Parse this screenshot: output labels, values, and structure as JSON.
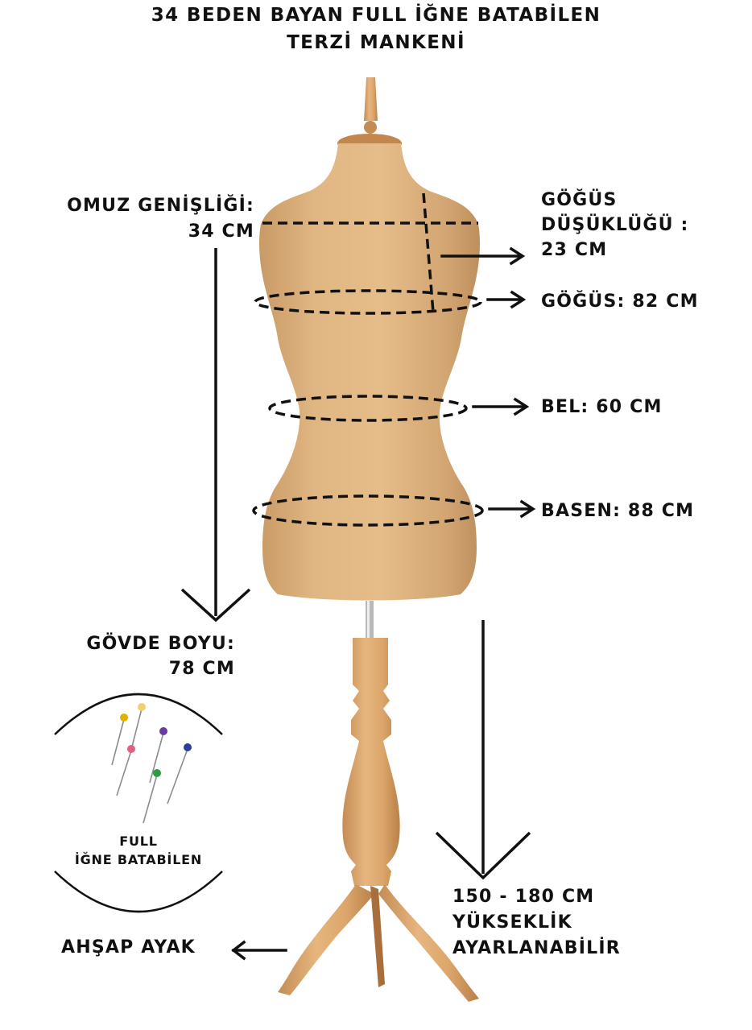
{
  "title": {
    "line1": "34 BEDEN BAYAN FULL İĞNE BATABİLEN",
    "line2": "TERZİ MANKENİ"
  },
  "measurements": {
    "shoulder": {
      "label": "OMUZ GENİŞLİĞİ:",
      "value": "34 CM"
    },
    "bust_drop": {
      "label1": "GÖĞÜS",
      "label2": "DÜŞÜKLÜĞÜ :",
      "value": "23 CM"
    },
    "bust": {
      "text": "GÖĞÜS: 82 CM"
    },
    "waist": {
      "text": "BEL: 60 CM"
    },
    "hip": {
      "text": "BASEN: 88 CM"
    },
    "body_length": {
      "label": "GÖVDE BOYU:",
      "value": "78 CM"
    },
    "height": {
      "line1": "150 - 180 CM",
      "line2": "YÜKSEKLİK",
      "line3": "AYARLANABİLİR"
    }
  },
  "pins": {
    "caption1": "FULL",
    "caption2": "İĞNE BATABİLEN",
    "head_colors": [
      "#e0b100",
      "#f0d070",
      "#6a3aa0",
      "#2a3f9a",
      "#e06080",
      "#2f9a40"
    ]
  },
  "wooden_leg": {
    "label": "AHŞAP AYAK"
  },
  "colors": {
    "fabric": "#d4a873",
    "wood": "#d9a870",
    "ink": "#111111"
  }
}
